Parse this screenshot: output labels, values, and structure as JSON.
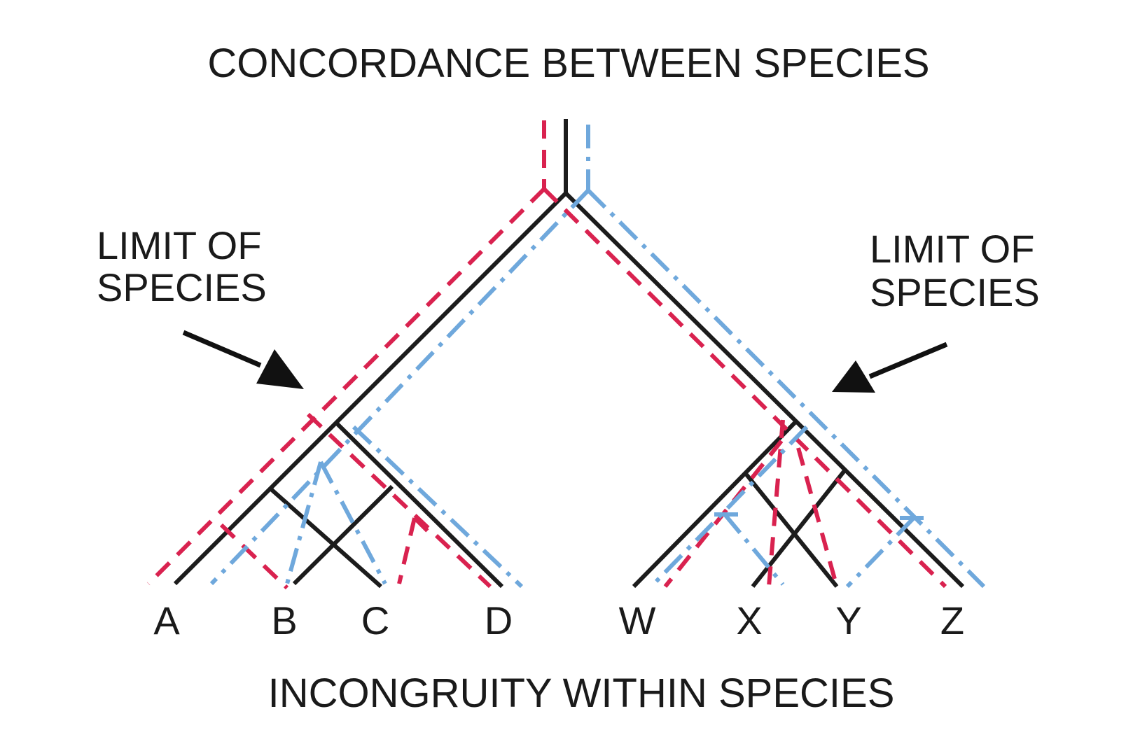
{
  "header": {
    "title": "CONCORDANCE BETWEEN SPECIES"
  },
  "footer": {
    "caption": "INCONGRUITY WITHIN SPECIES"
  },
  "annotations": {
    "left": {
      "line1": "LIMIT OF",
      "line2": "SPECIES"
    },
    "right": {
      "line1": "LIMIT OF",
      "line2": "SPECIES"
    }
  },
  "leaves": {
    "left": [
      "A",
      "B",
      "C",
      "D"
    ],
    "right": [
      "W",
      "X",
      "Y",
      "Z"
    ]
  },
  "colors": {
    "species_tree": "#1c1c1c",
    "gene_tree_red": "#d9224f",
    "gene_tree_blue": "#6fa8dc",
    "arrow": "#111111"
  },
  "icons": {
    "left_arrow": "arrow-right-down-icon",
    "right_arrow": "arrow-left-down-icon"
  }
}
